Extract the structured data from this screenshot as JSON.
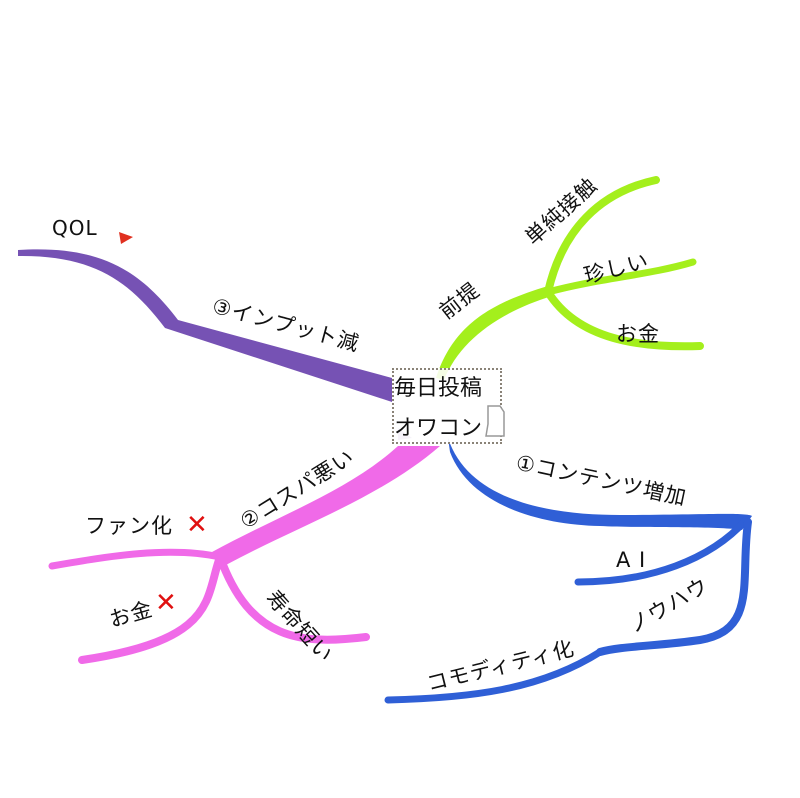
{
  "center": {
    "line1": "毎日投稿",
    "line2": "オワコン"
  },
  "branches": {
    "premise": {
      "label": "前提",
      "color": "#a4ef1c",
      "children": [
        "単純接触",
        "珍しい",
        "お金"
      ]
    },
    "content": {
      "label": "①コンテンツ増加",
      "color": "#2f5fd6",
      "children": [
        "A I",
        "ノウハウ",
        "コモディティ化"
      ]
    },
    "cospa": {
      "label": "②コスパ悪い",
      "color": "#f06ae8",
      "children": [
        "ファン化",
        "お金",
        "寿命短い"
      ]
    },
    "input": {
      "label": "③インプット減",
      "color": "#7652b4",
      "children": [
        "QOL"
      ]
    }
  },
  "markers": {
    "cross_color": "#e01010",
    "flag_color": "#e03020",
    "cross_icon": "red-cross",
    "flag_icon": "red-triangle-flag"
  }
}
